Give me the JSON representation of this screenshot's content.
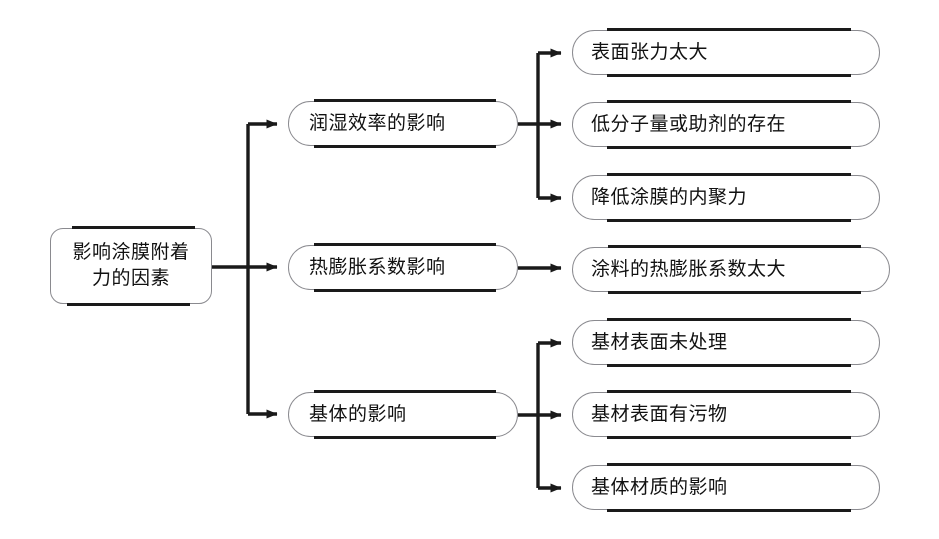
{
  "diagram": {
    "title": "影响涂膜附着力的因素",
    "type": "tree-flowchart",
    "orientation": "left-to-right",
    "stroke_color": "#1a1a1a",
    "node_border_color": "#8a8a8f",
    "node_fill_color": "#ffffff",
    "text_color": "#111111",
    "root": {
      "label": "影响涂膜附着\n力的因素"
    },
    "branches": [
      {
        "label": "润湿效率的影响",
        "children": [
          {
            "label": "表面张力太大"
          },
          {
            "label": "低分子量或助剂的存在"
          },
          {
            "label": "降低涂膜的内聚力"
          }
        ]
      },
      {
        "label": "热膨胀系数影响",
        "children": [
          {
            "label": "涂料的热膨胀系数太大"
          }
        ]
      },
      {
        "label": "基体的影响",
        "children": [
          {
            "label": "基材表面未处理"
          },
          {
            "label": "基材表面有污物"
          },
          {
            "label": "基体材质的影响"
          }
        ]
      }
    ]
  }
}
